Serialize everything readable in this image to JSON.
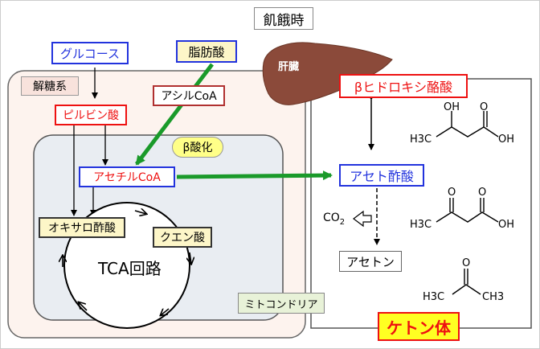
{
  "header": {
    "title": "飢餓時"
  },
  "organ": {
    "liver_label": "肝臓"
  },
  "left": {
    "glucose": "グルコース",
    "fatty_acid": "脂肪酸",
    "glycolysis": "解糖系",
    "acyl_coa": "アシルCoA",
    "pyruvate": "ピルビン酸",
    "beta_oxidation": "β酸化",
    "acetyl_coa": "アセチルCoA",
    "oxaloacetate": "オキサロ酢酸",
    "citrate": "クエン酸",
    "tca_cycle": "TCA回路",
    "mitochondria": "ミトコンドリア"
  },
  "right": {
    "beta_hydroxybutyrate": "βヒドロキシ酪酸",
    "acetoacetate": "アセト酢酸",
    "co2": "CO",
    "co2_subscript": "2",
    "acetone": "アセトン",
    "ketone_bodies": "ケトン体"
  },
  "structures": {
    "bhb": {
      "oh_top": "OH",
      "oh_end": "OH",
      "methyl": "H3C",
      "carbonyl_o": "O"
    },
    "acetoacetic": {
      "o1": "O",
      "o2": "O",
      "oh_end": "OH",
      "methyl": "H3C"
    },
    "acetone": {
      "o": "O",
      "methyl_left": "H3C",
      "methyl_right": "CH3"
    }
  },
  "colors": {
    "blue": "#2233dd",
    "red": "#ee1111",
    "green": "#1a9a2a",
    "liver": "#8b4a3a",
    "ketone_bg": "#ffff22",
    "pale_yellow": "#fdf6c8",
    "mito_label_bg": "#e8f2d8"
  }
}
